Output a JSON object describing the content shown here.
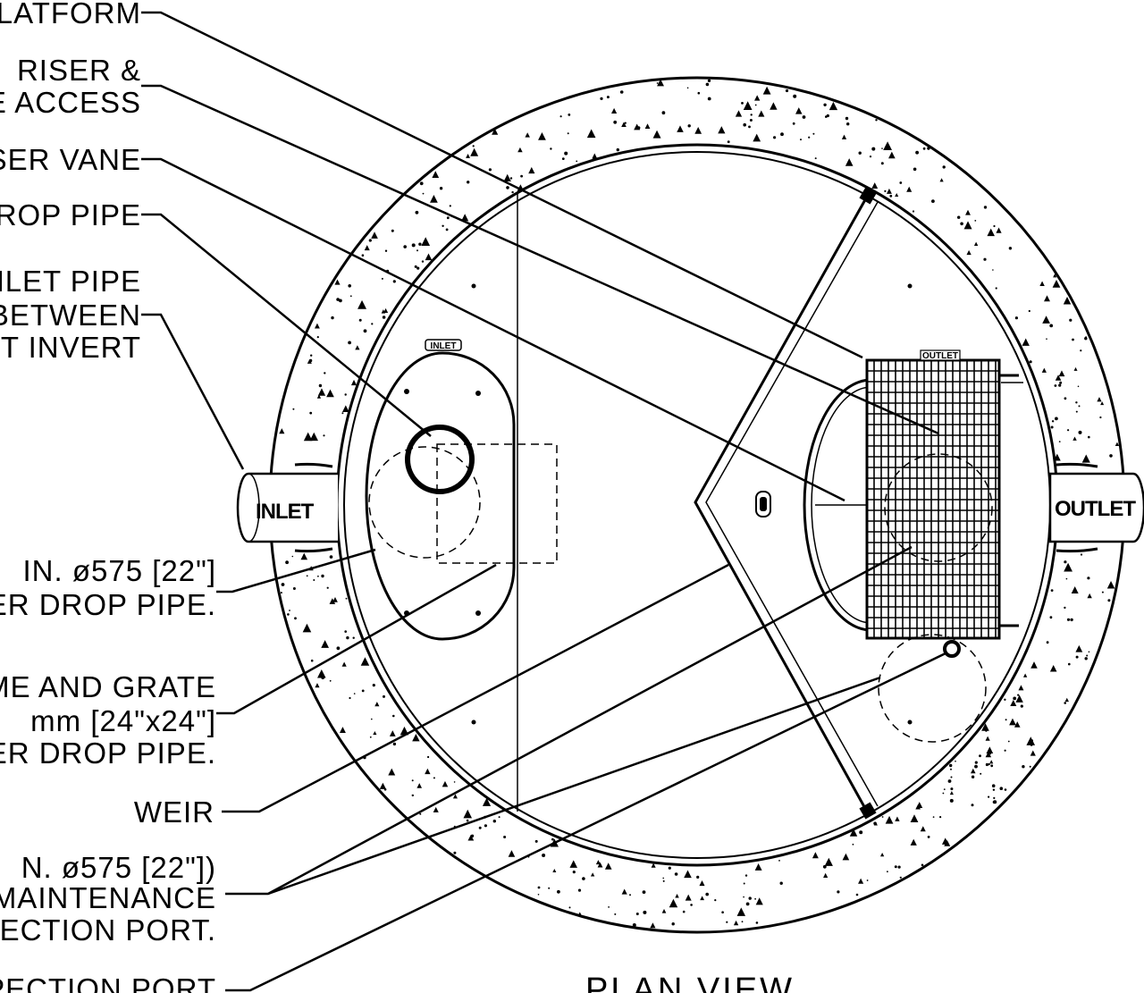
{
  "callouts": {
    "platform": "PLATFORM",
    "riser_1": "RISER &",
    "riser_2": "E ACCESS",
    "vane": "SER VANE",
    "drop_pipe": "ROP PIPE",
    "inlet_pipe_1": "NLET PIPE",
    "inlet_pipe_2": "BETWEEN",
    "inlet_pipe_3": "ET INVERT",
    "min_drop_1": "IN. ø575 [22\"]",
    "min_drop_2": "ER DROP PIPE.",
    "frame_1": "ME AND GRATE",
    "frame_2": "mm [24\"x24\"]",
    "frame_3": "ER DROP PIPE.",
    "weir": "WEIR",
    "maint_1": "N. ø575 [22\"])",
    "maint_2": "R MAINTENANCE",
    "maint_3": "PECTION PORT.",
    "inspection": "PECTION PORT"
  },
  "pipes": {
    "inlet": "INLET",
    "outlet": "OUTLET"
  },
  "tags": {
    "inlet_tag": "INLET",
    "outlet_tag": "OUTLET"
  },
  "view_title": "PLAN VIEW"
}
